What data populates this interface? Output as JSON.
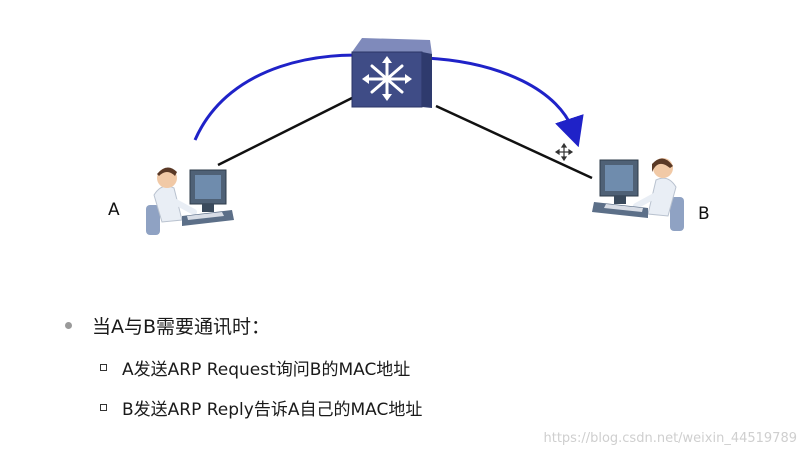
{
  "hosts": {
    "a_label": "A",
    "b_label": "B"
  },
  "bullets": {
    "main": "当A与B需要通讯时：",
    "items": [
      "A发送ARP Request询问B的MAC地址",
      "B发送ARP Reply告诉A自己的MAC地址"
    ]
  },
  "watermark": "https://blog.csdn.net/weixin_44519789",
  "colors": {
    "arc": "#1f22c8",
    "link": "#111111",
    "switch_body": "#3f4c86",
    "switch_top": "#7a86b6"
  },
  "icons": {
    "switch": "network-switch-icon",
    "host_a": "computer-user-icon",
    "host_b": "computer-user-icon",
    "cursor": "move-cursor-icon"
  }
}
